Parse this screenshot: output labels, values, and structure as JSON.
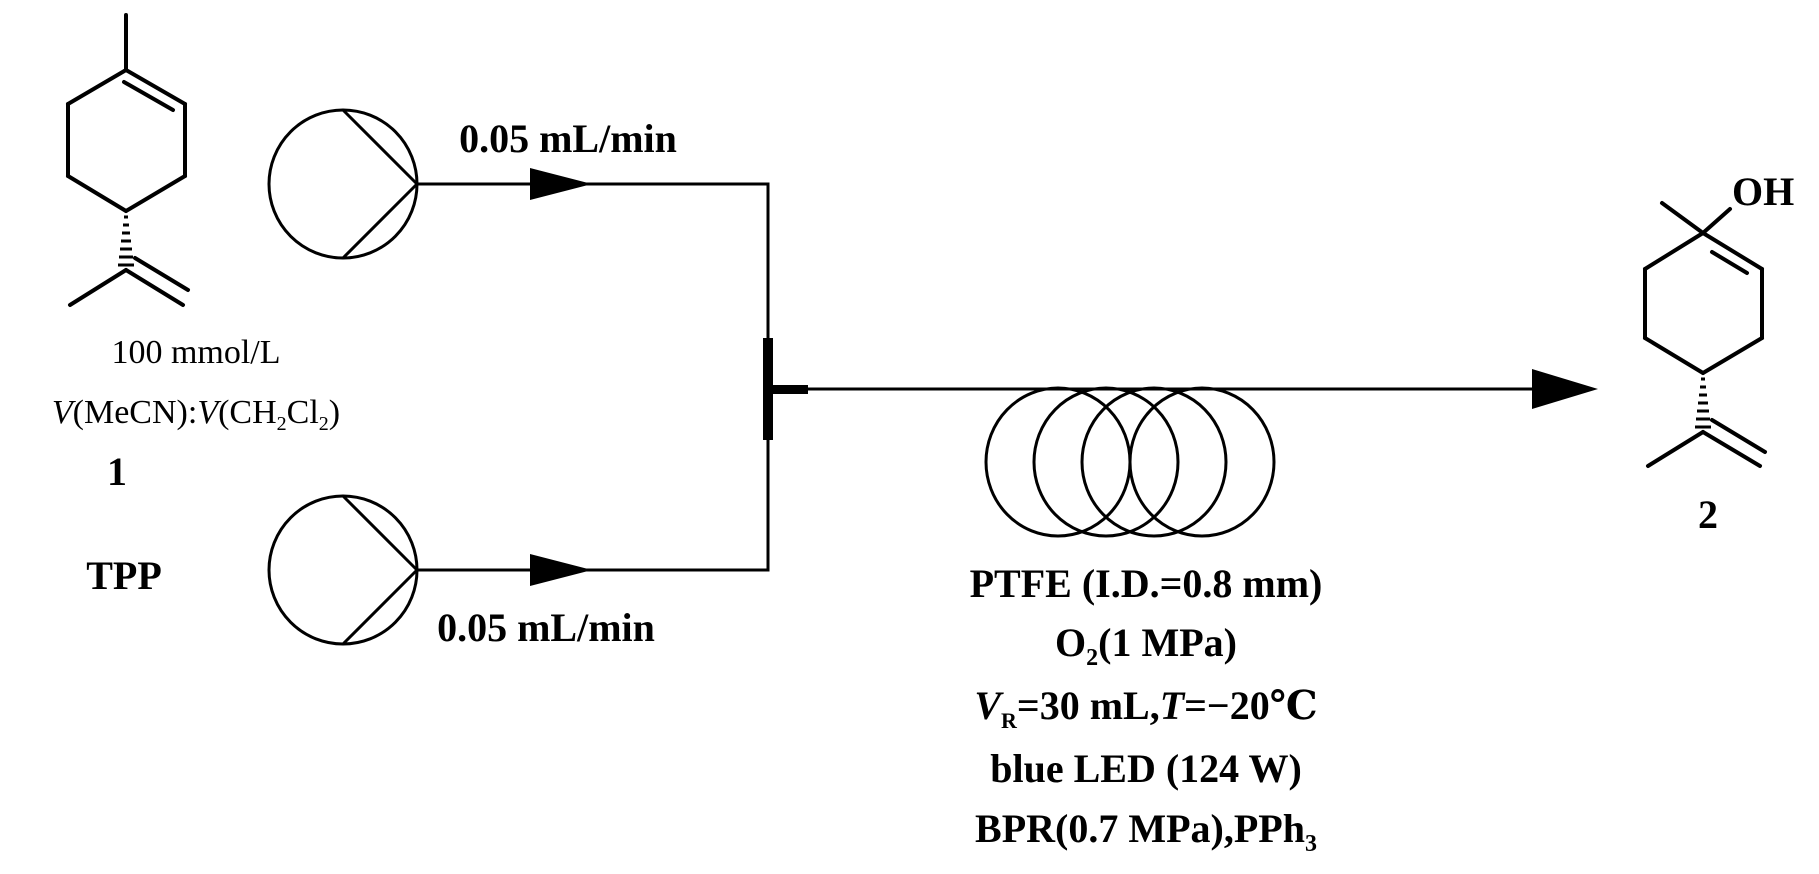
{
  "reactant": {
    "concentration": "100 mmol/L",
    "solvent": {
      "v1": "V",
      "solvent1": "(MeCN)",
      "separator": ":",
      "v2": "V",
      "ch": "(CH",
      "sub2a": "2",
      "cl": "Cl",
      "sub2b": "2",
      "close": ")"
    },
    "number": "1"
  },
  "photosensitizer": "TPP",
  "pumps": {
    "top_flow": "0.05 mL/min",
    "bottom_flow": "0.05 mL/min"
  },
  "reactor": {
    "tubing": "PTFE (I.D.=0.8 mm)",
    "oxygen": {
      "o": "O",
      "sub": "2",
      "rest": "(1 MPa)"
    },
    "volume_temp": {
      "v": "V",
      "vsub": "R",
      "vrest": "=30 mL,",
      "t": "T",
      "trest": "=−20℃"
    },
    "light": "blue LED (124 W)",
    "bpr": {
      "main": "BPR(0.7 MPa),PPh",
      "sub": "3"
    }
  },
  "product": {
    "oh_label": "OH",
    "number": "2"
  }
}
